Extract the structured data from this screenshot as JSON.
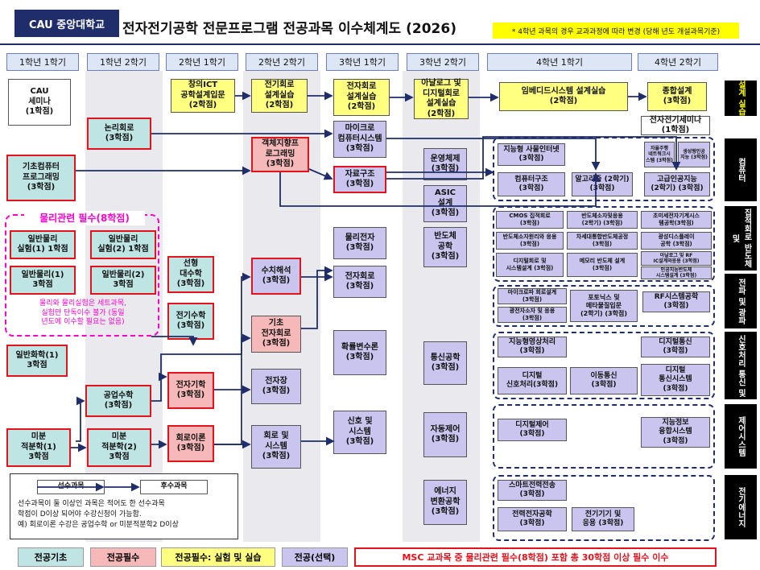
{
  "header": {
    "logo": "CAU 중앙대학교",
    "title": "전자전기공학 전문프로그램 전공과목 이수체계도 (2026)",
    "note": "* 4학년 과목의 경우 교과과정에 따라 변경 (당해 년도 개설과목기준)"
  },
  "semesters": [
    "1학년 1학기",
    "1학년 2학기",
    "2학년 1학기",
    "2학년 2학기",
    "3학년 1학기",
    "3학년 2학기",
    "4학년 1학기",
    "4학년 2학기"
  ],
  "courses": {
    "cau": "CAU\n세미나\n(1학점)",
    "logic": "논리회로\n(3학점)",
    "basiccomp": "기초컴퓨터\n프로그래밍\n(3학점)",
    "physics_req_title": "물리관련 필수(8학점)",
    "phylab1": "일반물리\n실험(1) 1학점",
    "phylab2": "일반물리\n실험(2) 1학점",
    "phy1": "일반물리(1)\n3학점",
    "phy2": "일반물리(2)\n3학점",
    "phy_note": "물리와 물리실험은 세트과목,\n실험만 단독이수 불가 (동일\n년도에 이수할 필요는 없음)",
    "chem": "일반화학(1)\n3학점",
    "engmath": "공업수학\n(3학점)",
    "calc1": "미분\n적분학(1)\n3학점",
    "calc2": "미분\n적분학(2)\n3학점",
    "ict": "창의ICT\n공학설계입문\n(2학점)",
    "linalg": "선형\n대수학\n(3학점)",
    "emath": "전기수학\n(3학점)",
    "emag": "전자기학\n(3학점)",
    "circuit": "회로이론\n(3학점)",
    "eclab": "전기회로\n설계실습\n(2학점)",
    "oop": "객체지향프\n로그래밍\n(3학점)",
    "numeric": "수치해석\n(3학점)",
    "basicelec": "기초\n전자회로\n(3학점)",
    "emfield": "전자장\n(3학점)",
    "circsys": "회로 및\n시스템\n(3학점)",
    "elclab": "전자회로\n설계실습\n(2학점)",
    "micro": "마이크로\n컴퓨터시스템\n(3학점)",
    "ds": "자료구조\n(3학점)",
    "phyelec": "물리전자\n(3학점)",
    "elecc": "전자회로\n(3학점)",
    "prob": "확률변수론\n(3학점)",
    "signal": "신호 및\n시스템\n(3학점)",
    "analog": "아날로그 및\n디지털회로\n설계실습\n(2학점)",
    "os": "운영체제\n(3학점)",
    "asic": "ASIC\n설계\n(3학점)",
    "semi": "반도체\n공학\n(3학점)",
    "comm": "통신공학\n(3학점)",
    "ctrl": "자동제어\n(3학점)",
    "energy": "에너지\n변환공학\n(3학점)",
    "embedded": "임베디드시스템 설계실습\n(2학점)",
    "capstone": "종합설계\n(3학점)",
    "seminar4": "전자전기세미나\n(1학점)",
    "iot": "지능형 사물인터넷\n(3학점)",
    "compstruct": "컴퓨터구조\n(3학점)",
    "algo": "알고리즘 (2학기)\n(3학점)",
    "ai": "고급인공지능\n(2학기) (3학점)",
    "autonomous": "자율주행\n네트워크시\n스템 (3학점)",
    "genai": "생성형인공\n지능 (3학점)",
    "cmos": "CMOS 집적회로\n(3학점)",
    "nanosemi": "반도체소자및응용\n(2학기) (3학점)",
    "ultra": "초미세전자기계시스\n템공학(3학점)",
    "semiproc": "반도체소자원리와 응용\n(3학점)",
    "nextsemi": "차세대통합반도체공정\n(3학점)",
    "display": "광성디스플레이\n공학 (3학점)",
    "digicirc": "디지털회로 및\n시스템설계 (3학점)",
    "memory": "메모리 반도체 설계\n(3학점)",
    "analogrf": "아날로그 및 RF\nIC설계와응용 (3학점)",
    "aisemi": "인공지능반도체\n시스템설계 (3학점)",
    "microwave": "마이크로파 회로설계\n(3학점)",
    "optics": "광전자소자 및 응용\n(3학점)",
    "photonics": "포토닉스 및\n메타물질입문\n(2학기) (3학점)",
    "rf": "RF시스템공학\n(3학점)",
    "isp": "지능형영상처리\n(3학점)",
    "dcomm": "디지털통신\n(3학점)",
    "dsp": "디지털\n신호처리(3학점)",
    "mobile": "이동통신\n(3학점)",
    "dcs": "디지털\n통신시스템\n(3학점)",
    "dctrl": "디지털제어\n(3학점)",
    "intelsys": "지능정보\n융합시스템\n(3학점)",
    "smartpower": "스마트전력전송\n(3학점)",
    "powerelec": "전력전자공학\n(3학점)",
    "machine": "전기기기 및\n응용 (3학점)"
  },
  "sides": [
    "설계\n실습",
    "컴퓨터",
    "집적회로\n반도체 및",
    "전파 및 광파",
    "신호처리\n통신 및",
    "제어시스템",
    "전기에너지"
  ],
  "legend_box": {
    "pre": "선수과목",
    "post": "후수과목",
    "text": "선수과목이 둘 이상인 과목은 적어도 한 선수과목\n학점이 D이상 되어야 수강신청이 가능함.\n예) 회로이론 수강은 공업수학 or 미분적분학2 D이상"
  },
  "legend": {
    "basic": "전공기초",
    "req": "전공필수",
    "reqlab": "전공필수: 실험 및 실습",
    "elective": "전공(선택)",
    "msc": "MSC 교과목 중 물리관련 필수(8학점) 포함 총 30학점 이상 필수 이수"
  },
  "colors": {
    "teal": "#bfe4e4",
    "pink": "#f6b8b8",
    "yellow": "#ffff80",
    "lavender": "#c9c5ee",
    "red": "#e3121b",
    "navy": "#1f2d6b"
  }
}
